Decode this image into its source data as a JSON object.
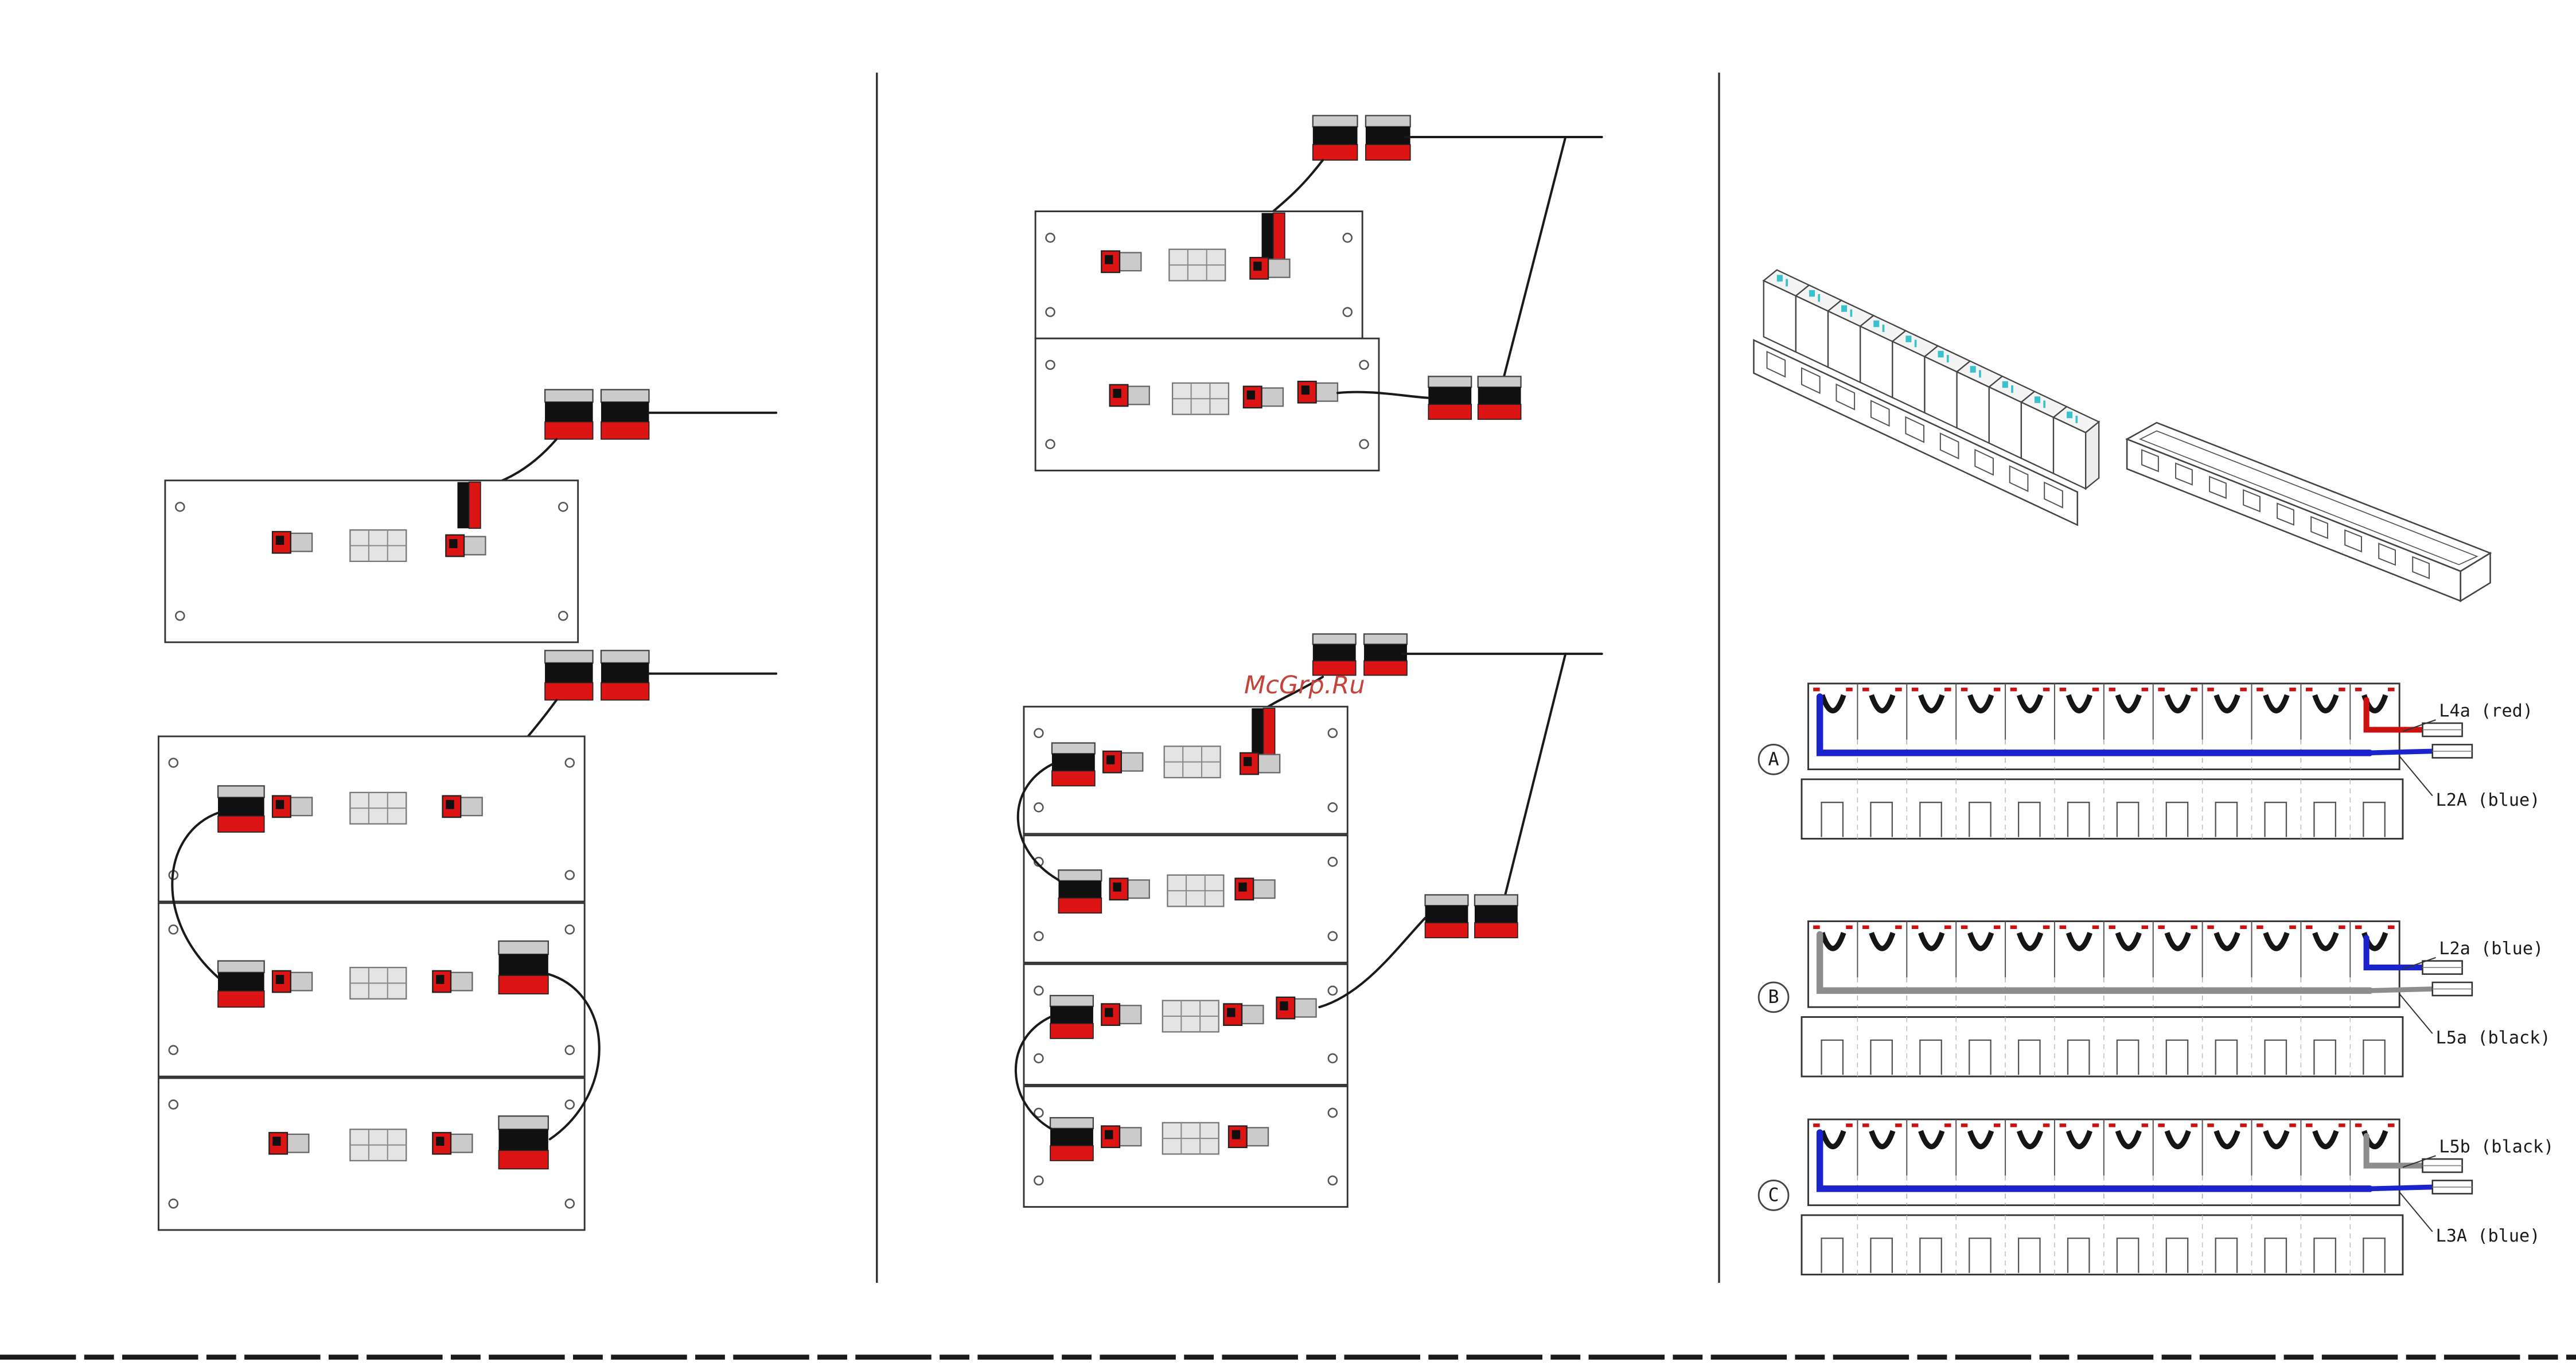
{
  "watermark": "McGrp.Ru",
  "colors": {
    "red": "#cc1111",
    "blue": "#1a23cc",
    "gray": "#8d8d8d",
    "cyan": "#38c2cc",
    "connector_red": "#dd1414",
    "line": "#1a1a1a"
  },
  "banks": {
    "battery_cells_per_row": 12,
    "rows": [
      {
        "label": "A",
        "top_label": "L4a (red)",
        "bottom_label": "L2A (blue)",
        "main_cable": "blue",
        "end_cable": "red"
      },
      {
        "label": "B",
        "top_label": "L2a (blue)",
        "bottom_label": "L5a (black)",
        "main_cable": "gray",
        "end_cable": "blue"
      },
      {
        "label": "C",
        "top_label": "L5b (black)",
        "bottom_label": "L3A (blue)",
        "main_cable": "blue",
        "end_cable": "gray"
      }
    ]
  },
  "isometric": {
    "module_cells": 10,
    "tray_notches": 9
  }
}
